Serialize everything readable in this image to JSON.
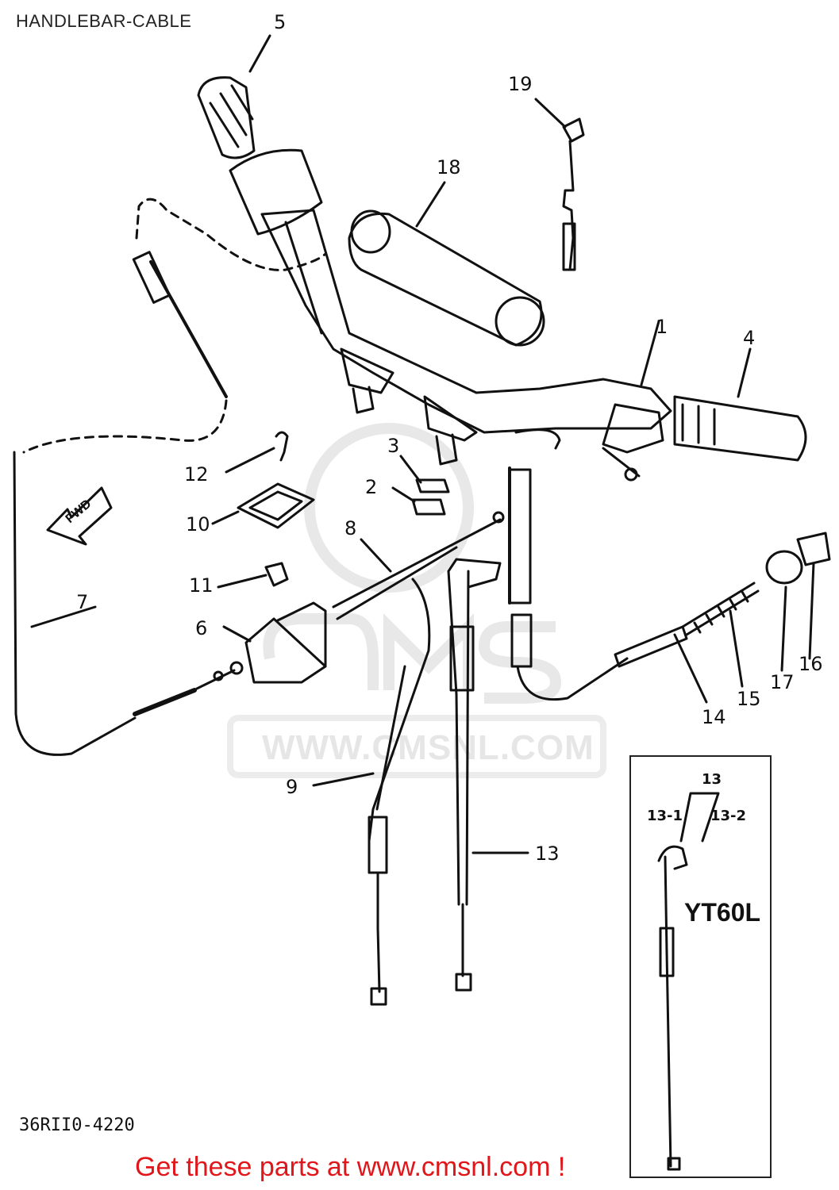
{
  "title": "HANDLEBAR-CABLE",
  "watermark": {
    "text": "WWW.CMSNL.COM",
    "logo_text": "CMS"
  },
  "callouts": [
    "1",
    "2",
    "3",
    "4",
    "5",
    "6",
    "7",
    "8",
    "9",
    "10",
    "11",
    "12",
    "13",
    "14",
    "15",
    "16",
    "17",
    "18",
    "19"
  ],
  "variant": {
    "label": "YT60L",
    "callouts": [
      "13",
      "13-1",
      "13-2"
    ]
  },
  "fwd_label": "FWD",
  "drawing_number": "36RII0-4220",
  "cta": "Get these parts at www.cmsnl.com !",
  "colors": {
    "cta": "#e0161b",
    "line": "#111111",
    "watermark": "#e6e6e6"
  }
}
